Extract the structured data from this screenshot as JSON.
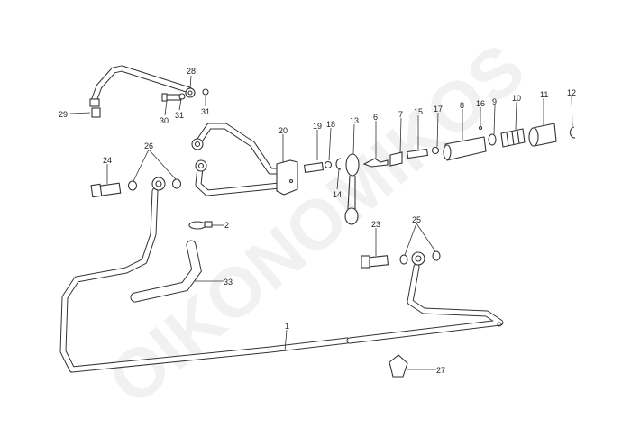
{
  "watermark": "OIKONOMIKOS",
  "part_labels": {
    "p1": "1",
    "p2": "2",
    "p6": "6",
    "p7": "7",
    "p8": "8",
    "p9": "9",
    "p10": "10",
    "p11": "11",
    "p12": "12",
    "p13": "13",
    "p14": "14",
    "p15": "15",
    "p16": "16",
    "p17": "17",
    "p18": "18",
    "p19": "19",
    "p20": "20",
    "p23": "23",
    "p24": "24",
    "p25": "25",
    "p26": "26",
    "p27": "27",
    "p28": "28",
    "p29": "29",
    "p30": "30",
    "p31a": "31",
    "p31b": "31",
    "p33": "33"
  }
}
